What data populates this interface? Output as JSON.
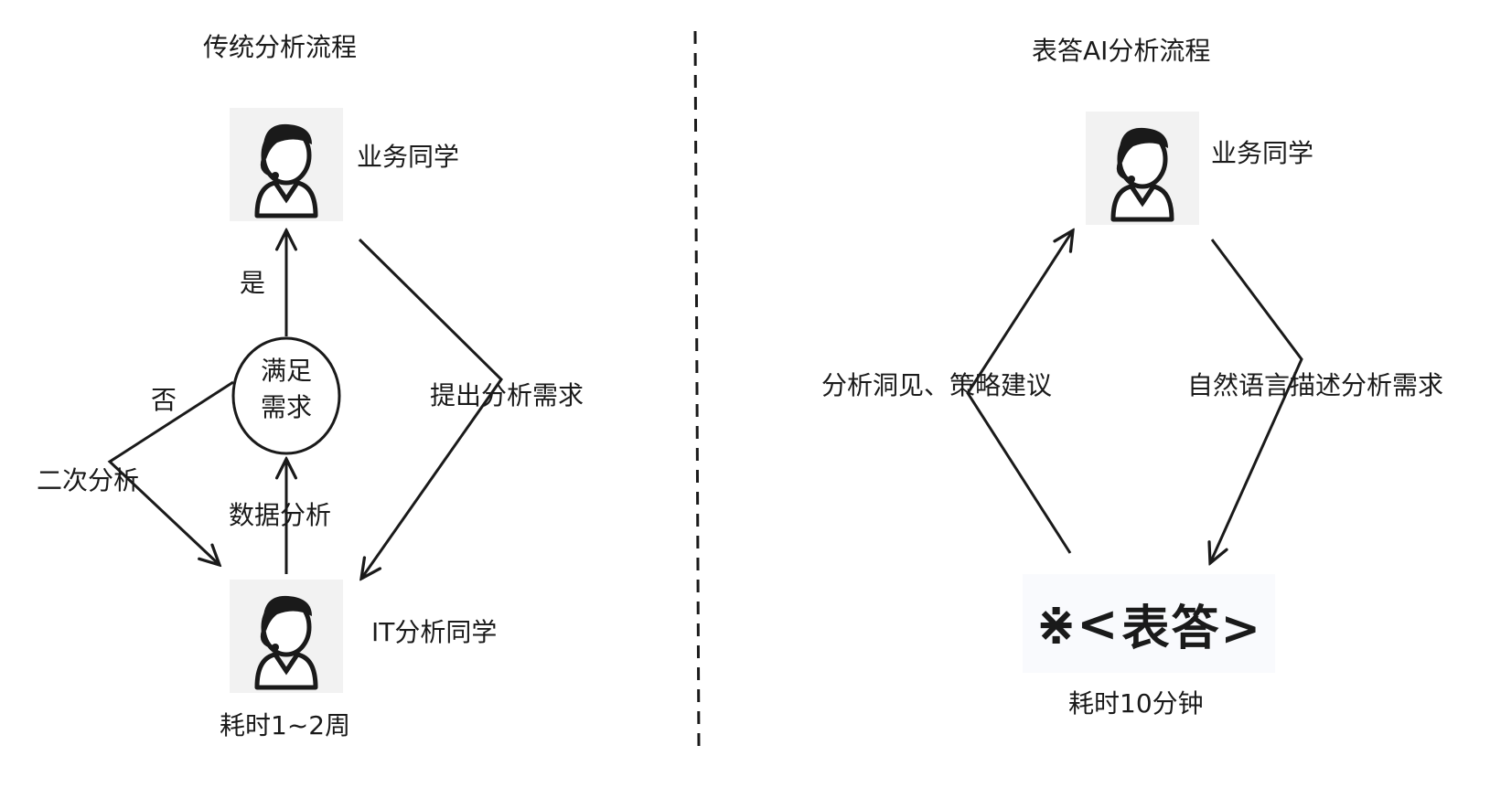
{
  "left": {
    "title": "传统分析流程",
    "business_label": "业务同学",
    "it_label": "IT分析同学",
    "decision_node_line1": "满足",
    "decision_node_line2": "需求",
    "yes_label": "是",
    "no_label": "否",
    "reanalyze_label": "二次分析",
    "data_analysis_label": "数据分析",
    "request_label": "提出分析需求",
    "time_label": "耗时1~2周"
  },
  "right": {
    "title": "表答AI分析流程",
    "business_label": "业务同学",
    "insight_label": "分析洞见、策略建议",
    "nl_request_label": "自然语言描述分析需求",
    "logo_mark": "⋇<",
    "logo_text": "表答>",
    "time_label": "耗时10分钟"
  },
  "icons": {
    "person": "person-headset-icon"
  },
  "colors": {
    "stroke": "#1a1a1a",
    "avatar_bg": "#f2f2f2",
    "logo_bg": "#f9fafd"
  }
}
